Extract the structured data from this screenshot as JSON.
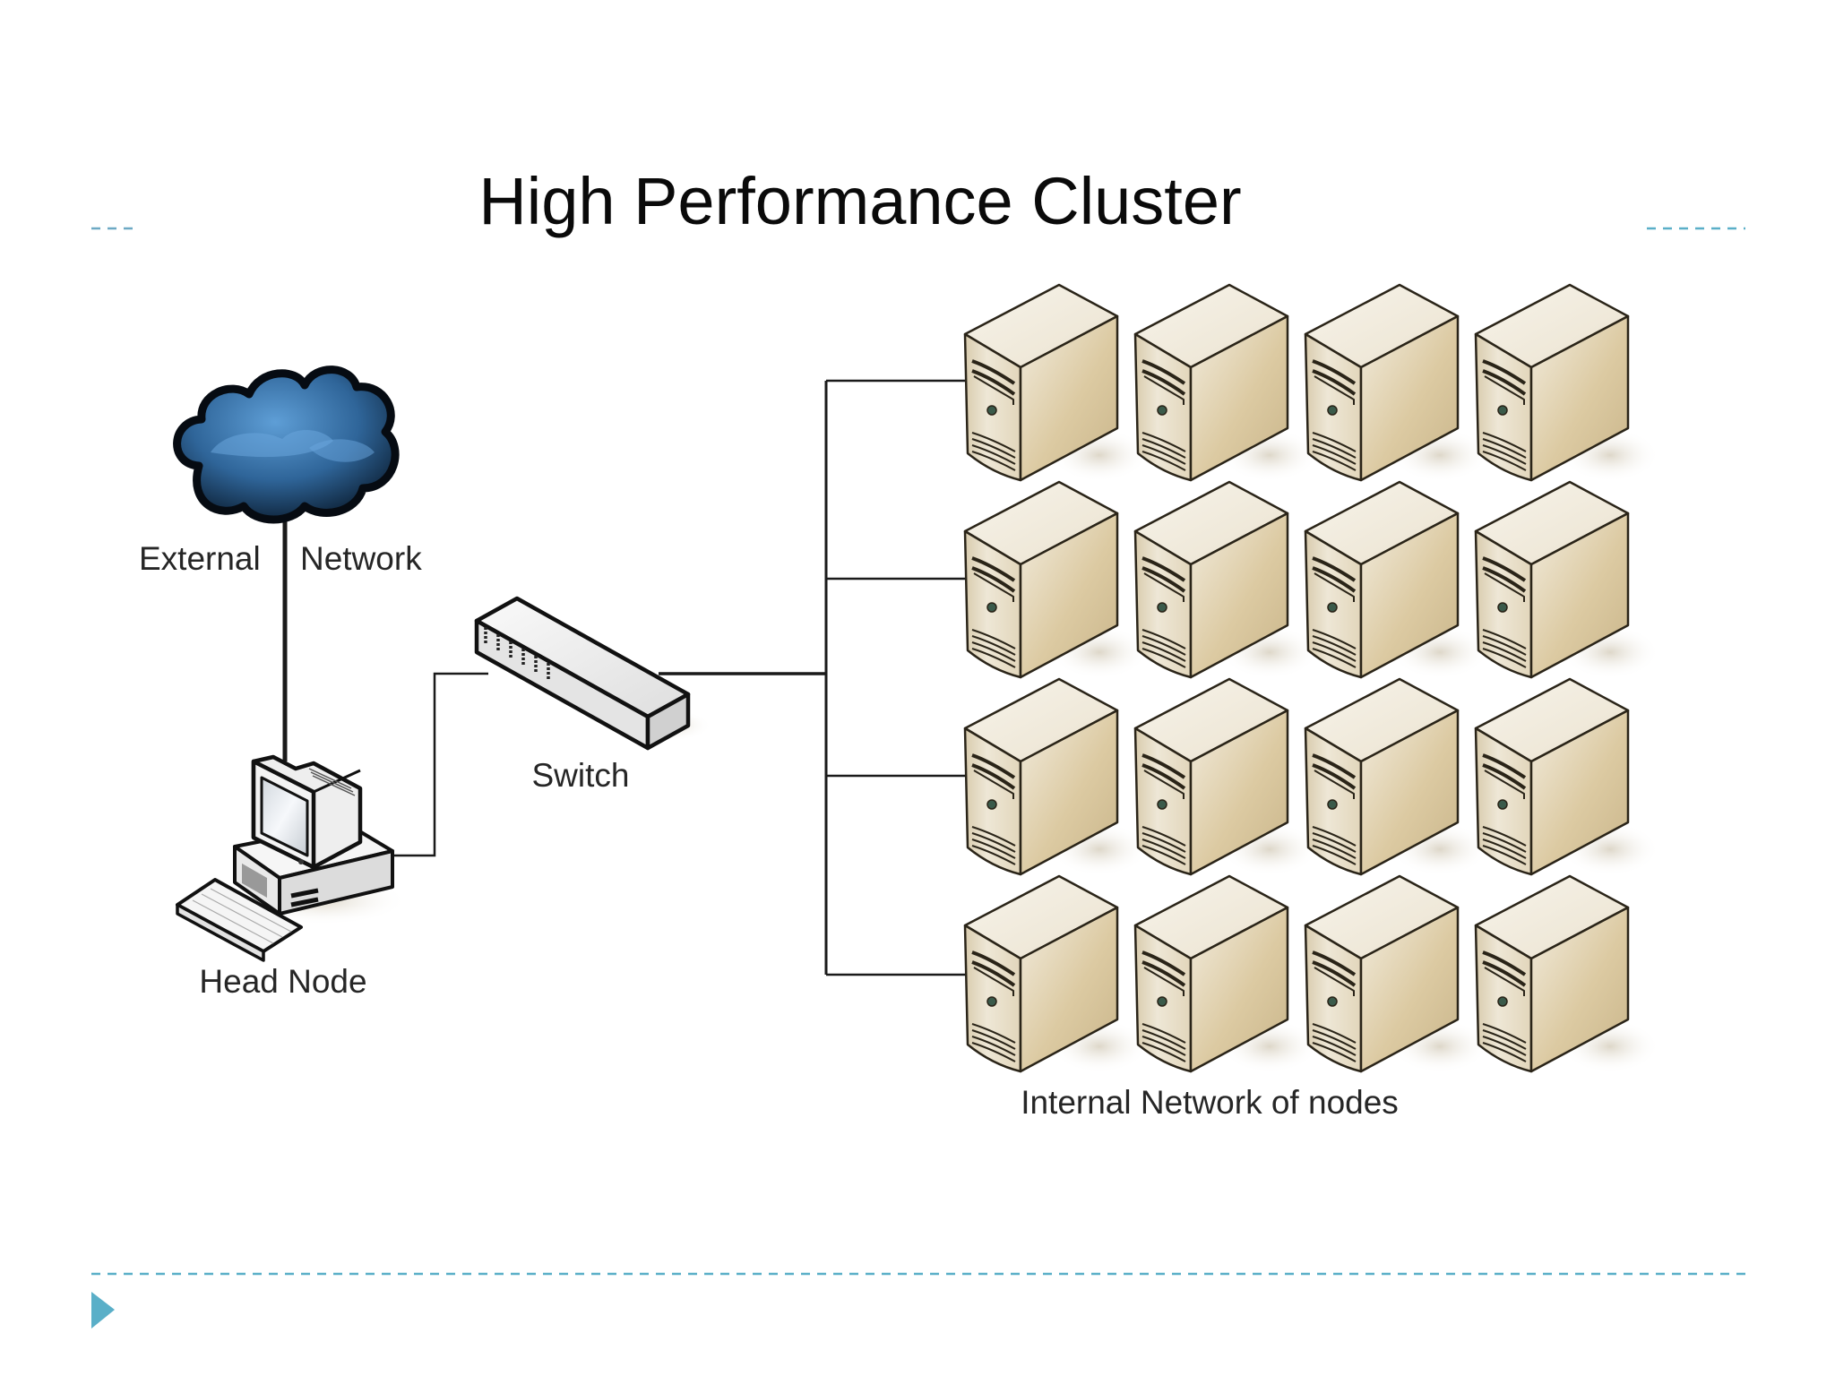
{
  "slide": {
    "title": "High Performance Cluster",
    "accent_color": "#5aafc8",
    "bullet_icon": "triangle-bullet-icon"
  },
  "diagram": {
    "external_network": {
      "label_left": "External",
      "label_right": "Network",
      "icon": "cloud-icon"
    },
    "head_node": {
      "label": "Head Node",
      "icon": "desktop-computer-icon"
    },
    "switch": {
      "label": "Switch",
      "icon": "network-switch-icon",
      "port_count": 6
    },
    "internal_network": {
      "label": "Internal Network of nodes",
      "icon": "server-tower-icon",
      "rows": 4,
      "columns": 4,
      "node_count": 16
    },
    "colors": {
      "server_front": "#e6dcc4",
      "server_side": "#d4c39c",
      "server_top": "#f1ece0",
      "cloud_dark": "#0e2a44",
      "cloud_light": "#4f8fc6",
      "line": "#1a1a1a"
    }
  }
}
